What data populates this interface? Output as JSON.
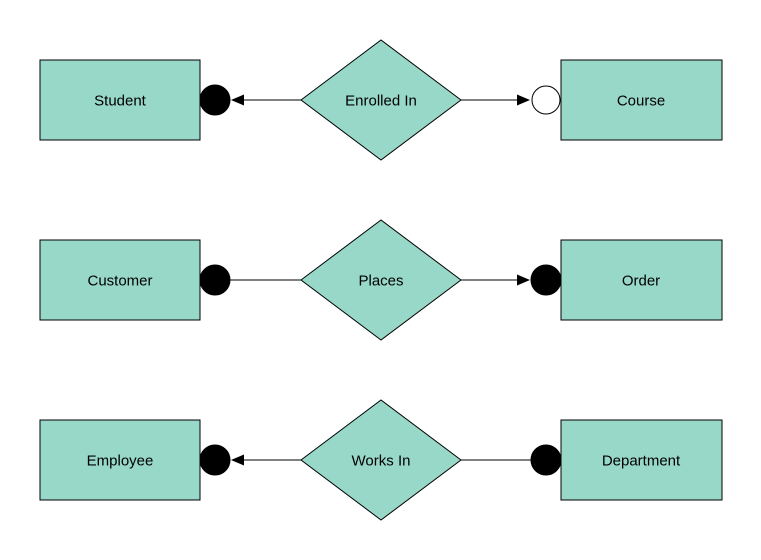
{
  "diagram": {
    "type": "entity-relationship",
    "colors": {
      "shape_fill": "#98d8c8",
      "shape_stroke": "#000000",
      "connector_stroke": "#000000",
      "filled_dot": "#000000",
      "open_dot_fill": "#ffffff",
      "background": "#ffffff",
      "label_color": "#000000"
    },
    "rows": [
      {
        "left_entity": "Student",
        "relationship": "Enrolled In",
        "right_entity": "Course",
        "left_connector": {
          "dot": "filled",
          "arrow": "points-to-left-entity"
        },
        "right_connector": {
          "dot": "open",
          "arrow": "points-to-right-entity"
        }
      },
      {
        "left_entity": "Customer",
        "relationship": "Places",
        "right_entity": "Order",
        "left_connector": {
          "dot": "filled",
          "arrow": "none"
        },
        "right_connector": {
          "dot": "filled",
          "arrow": "points-to-right-entity"
        }
      },
      {
        "left_entity": "Employee",
        "relationship": "Works In",
        "right_entity": "Department",
        "left_connector": {
          "dot": "filled",
          "arrow": "points-to-left-entity"
        },
        "right_connector": {
          "dot": "filled",
          "arrow": "none"
        }
      }
    ]
  }
}
